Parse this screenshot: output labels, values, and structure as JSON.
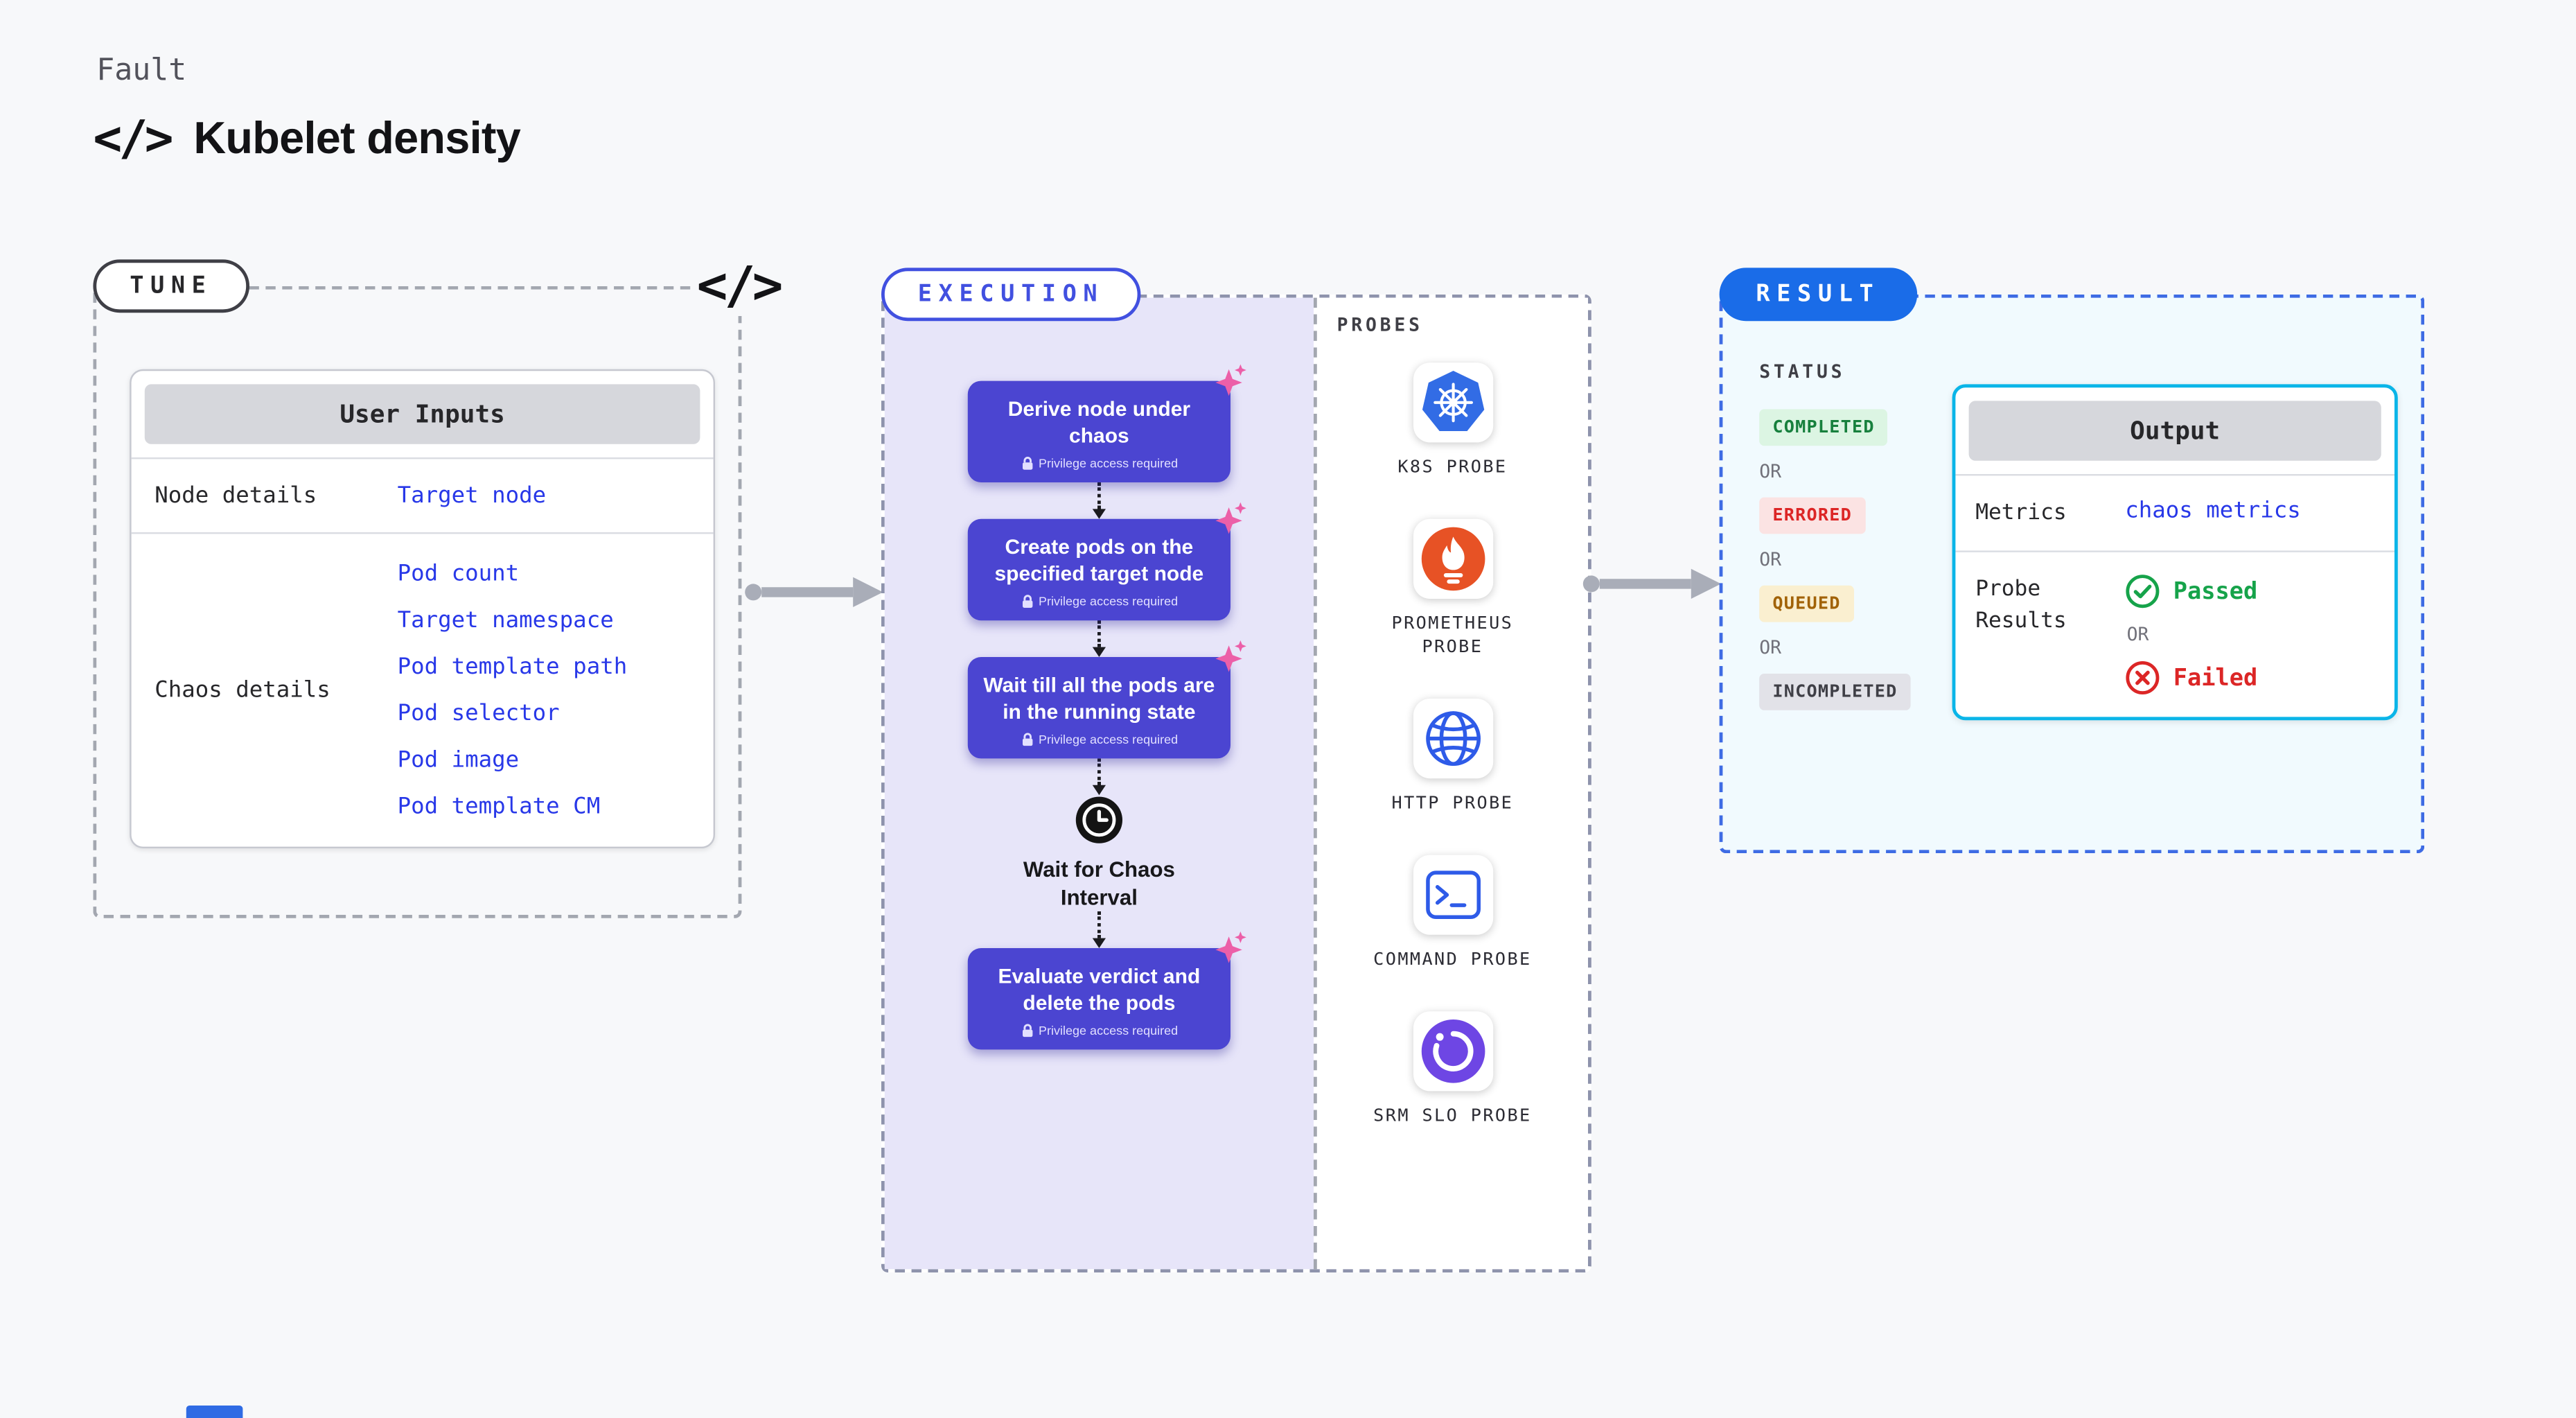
{
  "header": {
    "kicker": "Fault",
    "code_icon": "</>",
    "title": "Kubelet density"
  },
  "tune": {
    "label": "TUNE",
    "code_icon": "</>",
    "card": {
      "header": "User Inputs",
      "rows": [
        {
          "label": "Node details",
          "links": [
            "Target node"
          ]
        },
        {
          "label": "Chaos details",
          "links": [
            "Pod count",
            "Target namespace",
            "Pod template path",
            "Pod selector",
            "Pod image",
            "Pod template CM"
          ]
        }
      ]
    }
  },
  "execution": {
    "label": "EXECUTION",
    "privilege_badge": "Privilege access required",
    "steps": [
      "Derive node under chaos",
      "Create pods on the specified target node",
      "Wait till all the pods are in the running state",
      "Evaluate verdict and delete the pods"
    ],
    "wait_step": "Wait for Chaos Interval",
    "probes": {
      "label": "PROBES",
      "items": [
        "K8S PROBE",
        "PROMETHEUS PROBE",
        "HTTP PROBE",
        "COMMAND PROBE",
        "SRM SLO PROBE"
      ]
    }
  },
  "result": {
    "label": "RESULT",
    "status_label": "STATUS",
    "or": "OR",
    "statuses": [
      "COMPLETED",
      "ERRORED",
      "QUEUED",
      "INCOMPLETED"
    ],
    "output": {
      "header": "Output",
      "metrics_label": "Metrics",
      "metrics_value": "chaos metrics",
      "probe_results_label": "Probe Results",
      "passed": "Passed",
      "failed": "Failed",
      "or": "OR"
    }
  },
  "colors": {
    "step_indigo": "#4B45D1",
    "link_blue": "#2838E8",
    "result_pill_blue": "#1A6CE8",
    "output_border_cyan": "#0AB5E8",
    "status_completed_green": "#17803D",
    "status_errored_red": "#DC2626",
    "status_queued_amber": "#A16207",
    "sparkle_pink": "#EC5FA8",
    "k8s_blue": "#326CE5",
    "prometheus_orange": "#E75225",
    "srm_purple": "#6E46E4"
  }
}
